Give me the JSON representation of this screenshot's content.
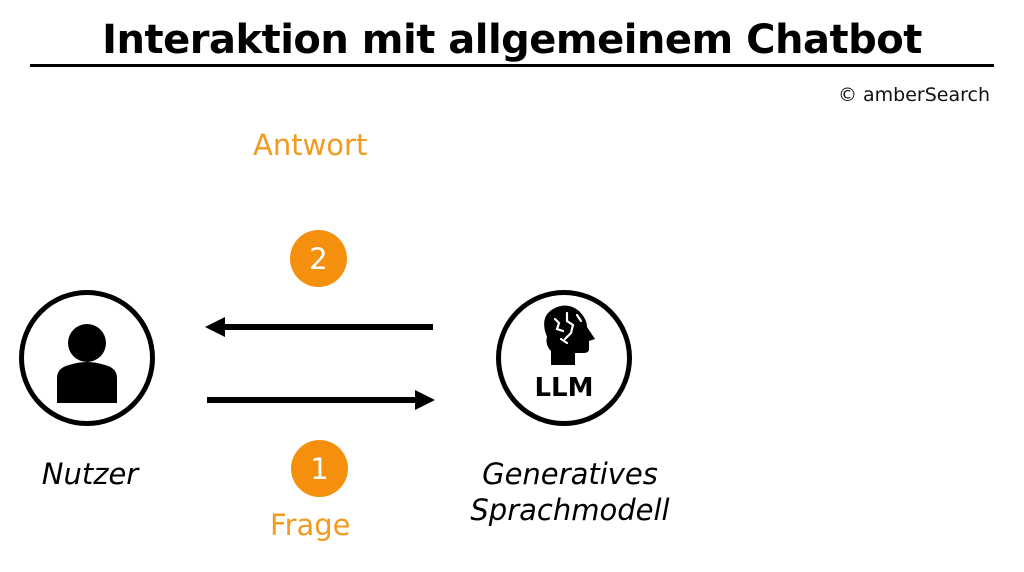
{
  "header": {
    "title": "Interaktion mit allgemeinem Chatbot",
    "copyright": "© amberSearch"
  },
  "flow": {
    "answer_label": "Antwort",
    "answer_step": "2",
    "question_label": "Frage",
    "question_step": "1"
  },
  "nodes": {
    "user": {
      "label": "Nutzer",
      "icon": "user-icon"
    },
    "model": {
      "label_line1": "Generatives",
      "label_line2": "Sprachmodell",
      "icon": "brain-head-icon",
      "badge": "LLM"
    }
  },
  "colors": {
    "accent": "#f5900f",
    "accent_text": "#f39a20",
    "stroke": "#000000",
    "background": "#ffffff"
  }
}
